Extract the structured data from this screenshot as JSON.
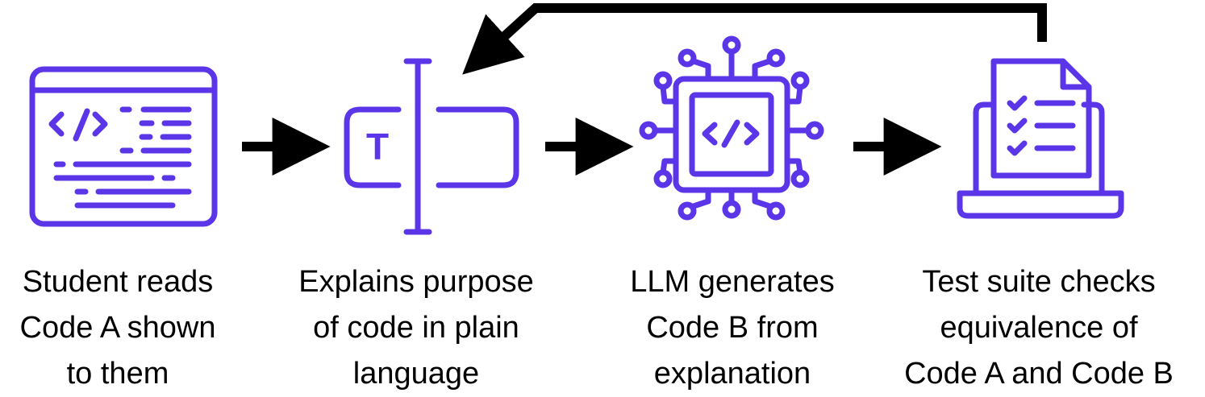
{
  "colors": {
    "icon": "#5b35e8",
    "arrow": "#000000",
    "background": "#ffffff"
  },
  "steps": [
    {
      "icon": "code-window-icon",
      "caption_lines": [
        "Student reads",
        "Code A shown",
        "to them"
      ]
    },
    {
      "icon": "text-input-cursor-icon",
      "icon_text": "T",
      "caption_lines": [
        "Explains purpose",
        "of code in plain",
        "language"
      ]
    },
    {
      "icon": "chip-code-circuit-icon",
      "caption_lines": [
        "LLM generates",
        "Code B from",
        "explanation"
      ]
    },
    {
      "icon": "laptop-checklist-icon",
      "caption_lines": [
        "Test suite checks",
        "equivalence of",
        "Code A and Code B"
      ]
    }
  ],
  "arrows": [
    {
      "from": 1,
      "to": 2
    },
    {
      "from": 2,
      "to": 3
    },
    {
      "from": 3,
      "to": 4
    },
    {
      "from": 4,
      "to": 2,
      "kind": "feedback-loop"
    }
  ]
}
